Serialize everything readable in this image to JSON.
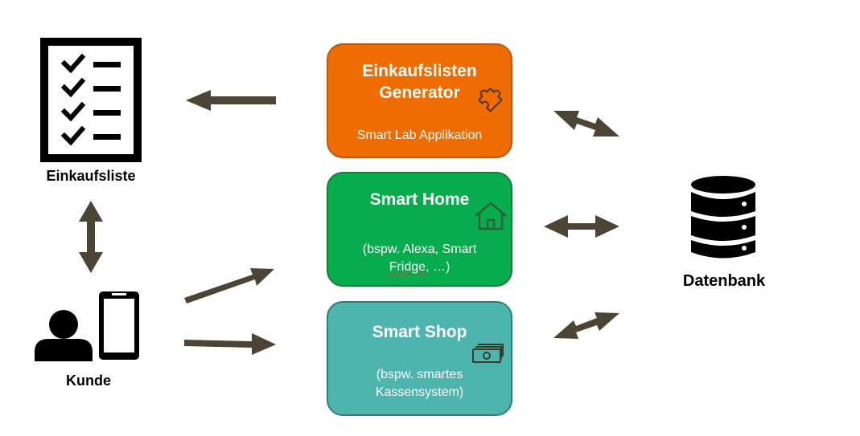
{
  "colors": {
    "arrow": "#4c4435",
    "generator": "#ee6c02",
    "generator_border": "#b45a1e",
    "home": "#07ad4c",
    "home_border": "#1e7a3f",
    "shop": "#4db5ad",
    "shop_border": "#2f7f79"
  },
  "nodes": {
    "einkaufsliste": {
      "label": "Einkaufsliste",
      "icon": "checklist-icon"
    },
    "kunde": {
      "label": "Kunde",
      "icon": "person-phone-icon"
    },
    "datenbank": {
      "label": "Datenbank",
      "icon": "database-icon"
    },
    "generator": {
      "title_line1": "Einkaufslisten",
      "title_line2": "Generator",
      "subtitle": "Smart Lab Applikation",
      "icon": "puzzle-icon"
    },
    "home": {
      "title": "Smart Home",
      "sub_line1": "(bspw. Alexa, Smart",
      "sub_line2_a": "Fridge",
      "sub_line2_b": ", …)",
      "icon": "house-icon"
    },
    "shop": {
      "title": "Smart Shop",
      "sub_line1": "(bspw. smartes",
      "sub_line2": "Kassensystem)",
      "icon": "money-icon"
    }
  }
}
